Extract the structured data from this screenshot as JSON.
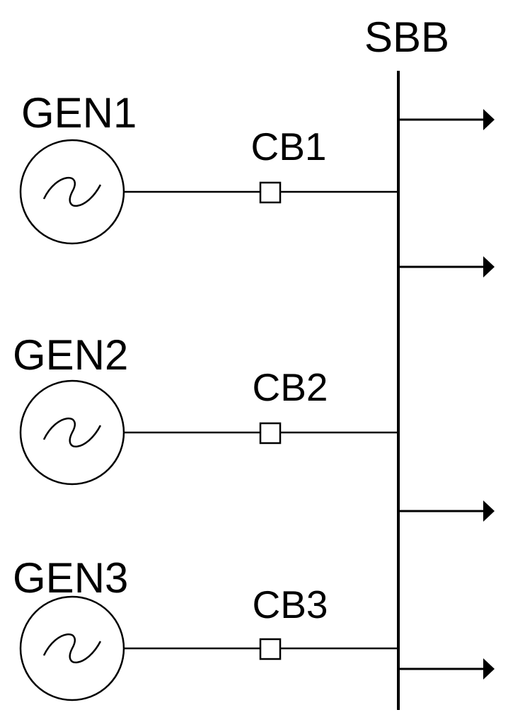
{
  "diagram": {
    "busbar_label": "SBB",
    "generators": [
      {
        "label": "GEN1",
        "breaker_label": "CB1"
      },
      {
        "label": "GEN2",
        "breaker_label": "CB2"
      },
      {
        "label": "GEN3",
        "breaker_label": "CB3"
      }
    ],
    "outgoing_feeder_count": 4,
    "colors": {
      "line": "#000000",
      "background": "#ffffff"
    }
  }
}
